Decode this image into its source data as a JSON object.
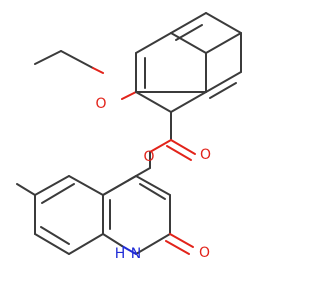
{
  "colors": {
    "background": "#ffffff",
    "bond": "#3b3b3b",
    "oxygen": "#e2231a",
    "nitrogen": "#1f2bd6"
  },
  "atoms": {
    "ether_oxygen": "O",
    "ester_oxygen": "O",
    "carbonyl_oxygen": "O",
    "lactam_oxygen": "O",
    "amide_nitrogen": "N",
    "amide_hydrogen": "H"
  }
}
